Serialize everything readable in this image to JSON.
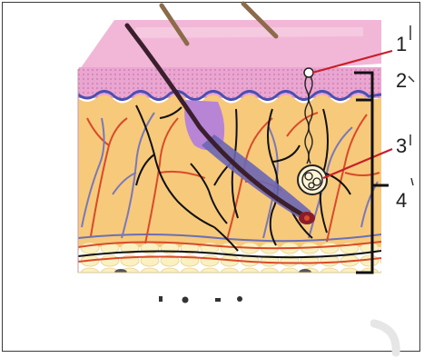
{
  "figure": {
    "labels": [
      {
        "id": "1",
        "text": "1"
      },
      {
        "id": "2",
        "text": "2"
      },
      {
        "id": "3",
        "text": "3"
      },
      {
        "id": "4",
        "text": "4"
      }
    ],
    "colors": {
      "epidermis_top": "#f2b7d7",
      "epidermis_dots": "#d77ec0",
      "dermis": "#f7c97a",
      "hypodermis": "#f6e2a6",
      "hair": "#3b1f2d",
      "blood_vessel_red": "#d94a2b",
      "blood_vessel_blue": "#6b6fb5",
      "nerve": "#111111",
      "pointer_line": "#c81e2a",
      "bracket": "#111111"
    },
    "icons": [
      "hair-icon",
      "sweat-gland-icon",
      "hair-follicle-icon"
    ]
  }
}
